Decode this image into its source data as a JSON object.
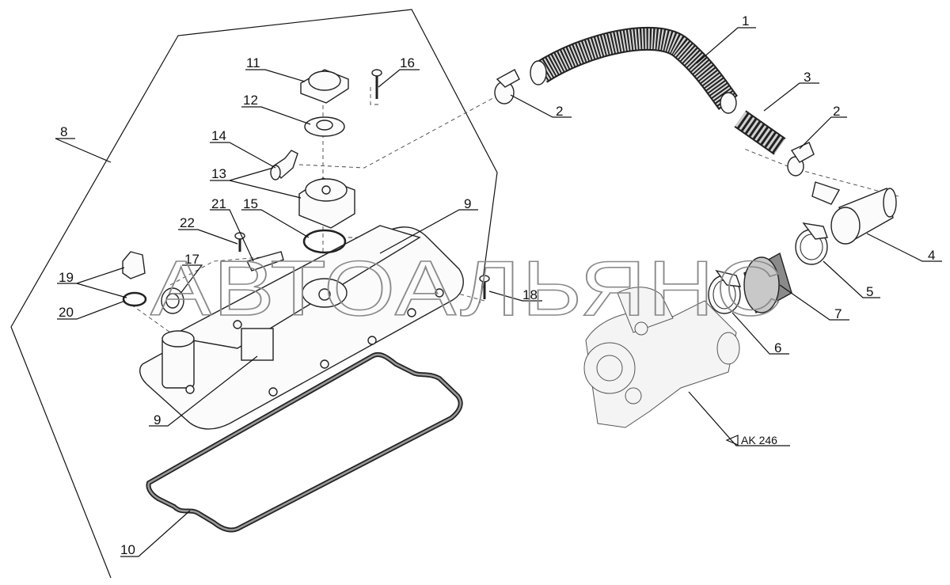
{
  "watermark": "АВТОАЛЬЯНС",
  "reference_label": "AK 246",
  "callouts": [
    "1",
    "2",
    "2",
    "3",
    "4",
    "5",
    "6",
    "7",
    "8",
    "9",
    "9",
    "10",
    "11",
    "12",
    "13",
    "14",
    "15",
    "16",
    "17",
    "18",
    "19",
    "20",
    "21",
    "22"
  ]
}
